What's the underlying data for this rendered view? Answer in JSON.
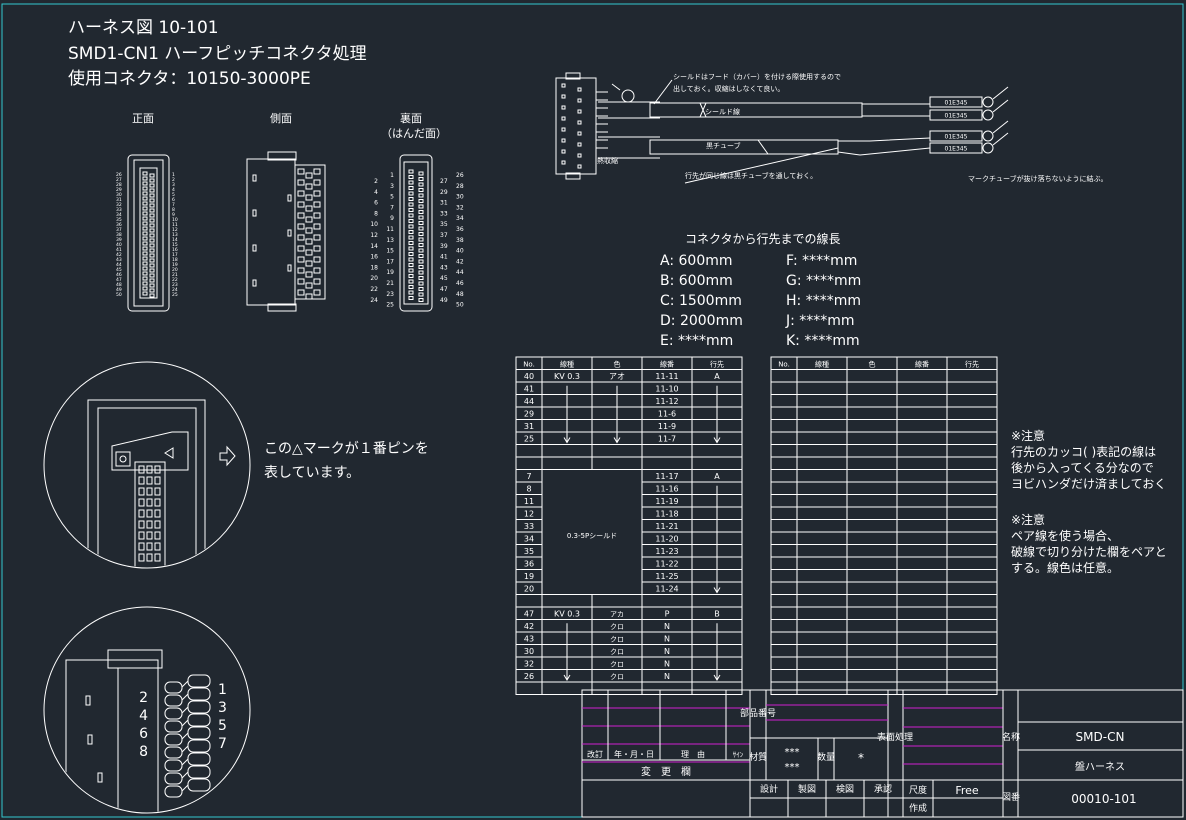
{
  "colors": {
    "background": "#212830",
    "line": "#ffffff",
    "frame": "#34c8d0",
    "grid": "#d020d0",
    "accent": "#e8e040"
  },
  "header": {
    "line1": "ハーネス図 10-101",
    "line2": "SMD1-CN1 ハーフピッチコネクタ処理",
    "line3": "使用コネクタ：10150-3000PE"
  },
  "views": {
    "front": "正面",
    "side": "側面",
    "back": "裏面",
    "back_sub": "（はんだ面）"
  },
  "pins_left_odd": [
    "1",
    "3",
    "5",
    "7",
    "9",
    "11",
    "13",
    "15",
    "17",
    "19",
    "21",
    "23",
    "25"
  ],
  "pins_left_even": [
    "2",
    "4",
    "6",
    "8",
    "10",
    "12",
    "14",
    "16",
    "18",
    "20",
    "22",
    "24"
  ],
  "pins_right_a": [
    "27",
    "29",
    "31",
    "33",
    "35",
    "37",
    "39",
    "41",
    "43",
    "45",
    "47",
    "49"
  ],
  "pins_right_b": [
    "26",
    "28",
    "30",
    "32",
    "34",
    "36",
    "38",
    "40",
    "42",
    "44",
    "46",
    "48",
    "50"
  ],
  "detail1": {
    "note_line1": "この△マークが１番ピンを",
    "note_line2": "表しています。"
  },
  "detail2": {
    "pins_left": [
      "2",
      "4",
      "6",
      "8"
    ],
    "pins_right": [
      "1",
      "3",
      "5",
      "7"
    ]
  },
  "cable": {
    "note_hood1": "シールドはフード（カバー）を付ける際使用するので",
    "note_hood2": "出しておく。収縮はしなくて良い。",
    "shield_label": "シールド線",
    "tube_label": "黒チューブ",
    "shrink_label": "熱収縮",
    "dest_note": "行先が同じ線は黒チューブを通しておく。",
    "marker_note": "マークチューブが抜け落ちないように結ぶ。",
    "markers": [
      "01E345",
      "01E345",
      "01E345",
      "01E345"
    ]
  },
  "lengths": {
    "title": "コネクタから行先までの線長",
    "left": [
      [
        "A",
        "600mm"
      ],
      [
        "B",
        "600mm"
      ],
      [
        "C",
        "1500mm"
      ],
      [
        "D",
        "2000mm"
      ],
      [
        "E",
        "****mm"
      ]
    ],
    "right": [
      [
        "F",
        "****mm"
      ],
      [
        "G",
        "****mm"
      ],
      [
        "H",
        "****mm"
      ],
      [
        "J",
        "****mm"
      ],
      [
        "K",
        "****mm"
      ]
    ]
  },
  "table": {
    "headers": [
      "No.",
      "線種",
      "色",
      "線番",
      "行先"
    ],
    "group1": {
      "nos": [
        "40",
        "41",
        "44",
        "29",
        "31",
        "25"
      ],
      "type": "KV 0.3",
      "color": "アオ",
      "wires": [
        "11-11",
        "11-10",
        "11-12",
        "11-6",
        "11-9",
        "11-7"
      ],
      "dest": "A"
    },
    "group2": {
      "nos": [
        "7",
        "8",
        "11",
        "12",
        "33",
        "34",
        "35",
        "36",
        "19",
        "20"
      ],
      "type": "0.3-5Pシールド",
      "wires": [
        "11-17",
        "11-16",
        "11-19",
        "11-18",
        "11-21",
        "11-20",
        "11-23",
        "11-22",
        "11-25",
        "11-24"
      ],
      "dest": "A"
    },
    "group3": {
      "nos": [
        "47",
        "42",
        "43",
        "30",
        "32",
        "26"
      ],
      "type": "KV 0.3",
      "colors": [
        "アカ",
        "クロ",
        "クロ",
        "クロ",
        "クロ",
        "クロ"
      ],
      "wires": [
        "P",
        "N",
        "N",
        "N",
        "N",
        "N"
      ],
      "dest": "B"
    }
  },
  "notes": {
    "n1": [
      "※注意",
      "行先のカッコ( )表記の線は",
      "後から入ってくる分なので",
      "ヨビハンダだけ済ましておく"
    ],
    "n2": [
      "※注意",
      "ペア線を使う場合、",
      "破線で切り分けた欄をペアと",
      "する。線色は任意。"
    ]
  },
  "titleblock": {
    "revision_label": "改訂",
    "date_label": "年・月・日",
    "reason_label": "理　由",
    "sign_label": "ｻｲﾝ",
    "change_label": "変　更　欄",
    "parts_no_label": "部品番号",
    "material_label": "材質",
    "material_value1": "***",
    "material_value2": "***",
    "qty_label": "数量",
    "qty_value": "*",
    "surface_label": "表面処理",
    "design": "設計",
    "draft": "製図",
    "check": "検図",
    "approve": "承認",
    "scale_label": "尺度",
    "scale_value": "Free",
    "made_label": "作成",
    "name_label": "名称",
    "name_value1": "SMD-CN",
    "name_value2": "盤ハーネス",
    "dwg_label": "図番",
    "dwg_value": "00010-101"
  }
}
